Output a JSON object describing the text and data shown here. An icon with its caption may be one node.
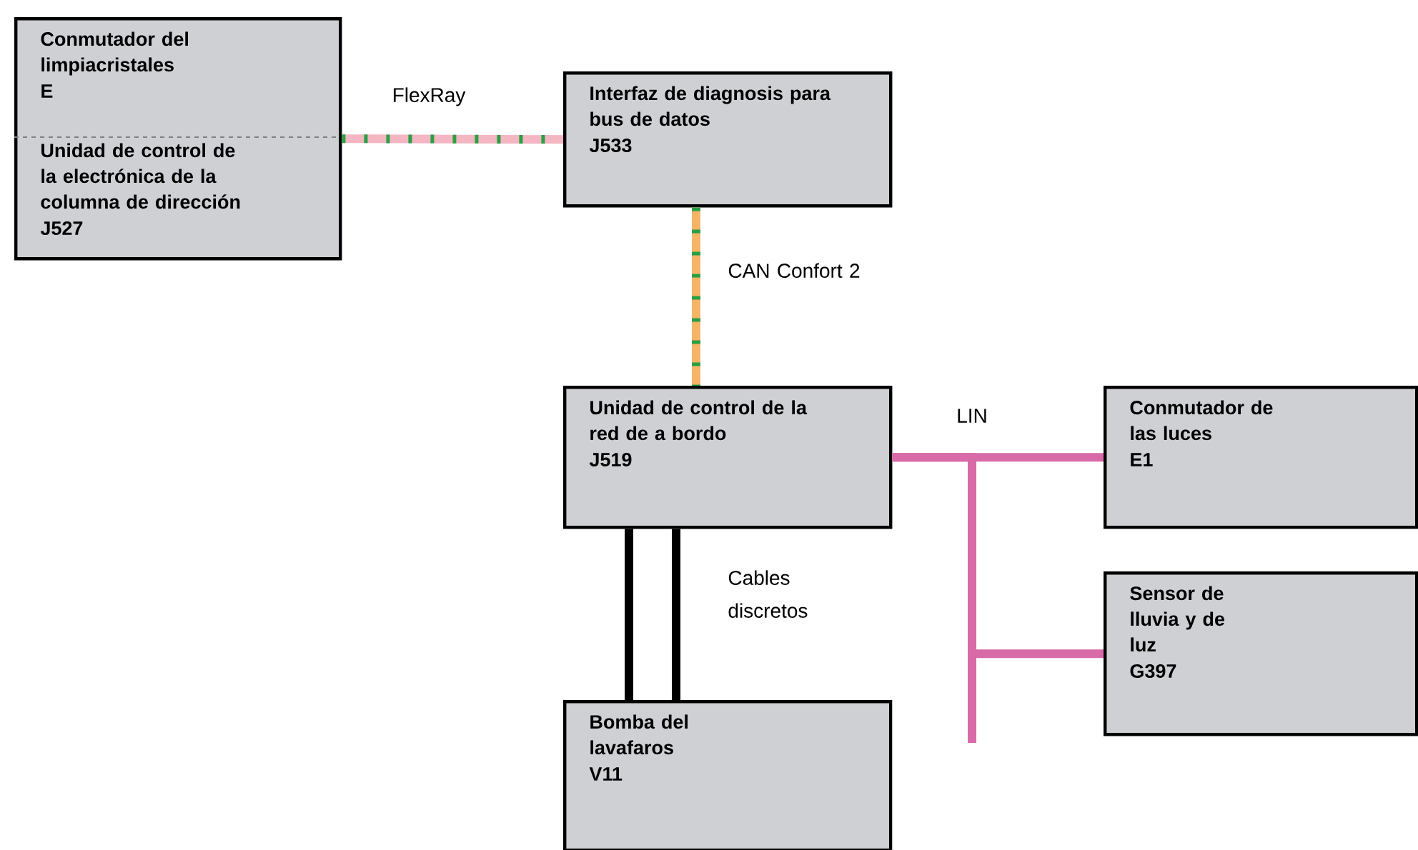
{
  "diagram": {
    "nodes": [
      {
        "text": [
          "Conmutador del limpiacristales",
          "E",
          "Unidad de control de la electrónica de la columna de dirección",
          "J527"
        ]
      },
      {
        "text": [
          "Interfaz de diagnosis para bus de datos",
          "J533"
        ]
      },
      {
        "text": [
          "Unidad de control de la red de a bordo",
          "J519"
        ]
      },
      {
        "text": [
          "Conmutador de las luces",
          "E1"
        ]
      },
      {
        "text": [
          "Sensor de lluvia y de luz",
          "G397"
        ]
      },
      {
        "text": [
          "Bomba del lavafaros",
          "V11"
        ]
      }
    ],
    "edges": [
      {
        "from": 0,
        "to": 1,
        "arrow": "none",
        "label": "FlexRay",
        "color": "#f4b6c2"
      },
      {
        "from": 1,
        "to": 2,
        "arrow": "none",
        "label": "CAN Confort 2",
        "color": "#f5b466"
      },
      {
        "from": 2,
        "to": 3,
        "arrow": "none",
        "label": "LIN",
        "color": "#d86aa8"
      },
      {
        "from": 2,
        "to": 4,
        "arrow": "none",
        "color": "#d86aa8"
      },
      {
        "from": 2,
        "to": 5,
        "arrow": "none",
        "color": "#000000"
      },
      {
        "from": 2,
        "to": 5,
        "arrow": "none",
        "label": "Cables discretos",
        "color": "#000000"
      }
    ]
  }
}
